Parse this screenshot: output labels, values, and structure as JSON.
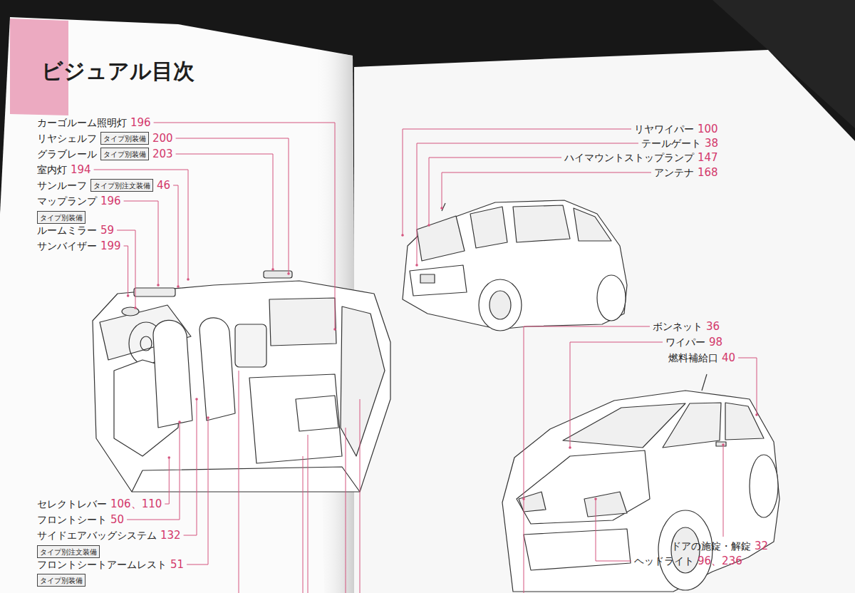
{
  "diagram": {
    "title": "ビジュアル目次",
    "nodes": [
      {
        "text": [
          "タイプ別装備"
        ]
      },
      {
        "text": [
          "タイプ別装備"
        ]
      },
      {
        "text": [
          "タイプ別注文装備"
        ]
      },
      {
        "text": [
          "タイプ別装備"
        ]
      },
      {
        "text": [
          "タイプ別注文装備"
        ]
      },
      {
        "text": [
          "タイプ別装備"
        ]
      }
    ],
    "labels": [
      "カーゴルーム照明灯",
      "196",
      "リヤシェルフ",
      "200",
      "グラブレール",
      "203",
      "室内灯",
      "194",
      "サンルーフ",
      "46",
      "マップランプ",
      "196",
      "ルームミラー",
      "59",
      "サンバイザー",
      "199",
      "セレクトレバー",
      "106、110",
      "フロントシート",
      "50",
      "サイドエアバッグシステム",
      "132",
      "フロントシートアームレスト",
      "51",
      "リヤワイパー",
      "100",
      "テールゲート",
      "38",
      "ハイマウントストップランプ",
      "147",
      "アンテナ",
      "168",
      "ボンネット",
      "36",
      "ワイパー",
      "98",
      "燃料補給口",
      "40",
      "ドアの施錠・解錠",
      "32",
      "ヘッドライト",
      "96、236"
    ]
  }
}
